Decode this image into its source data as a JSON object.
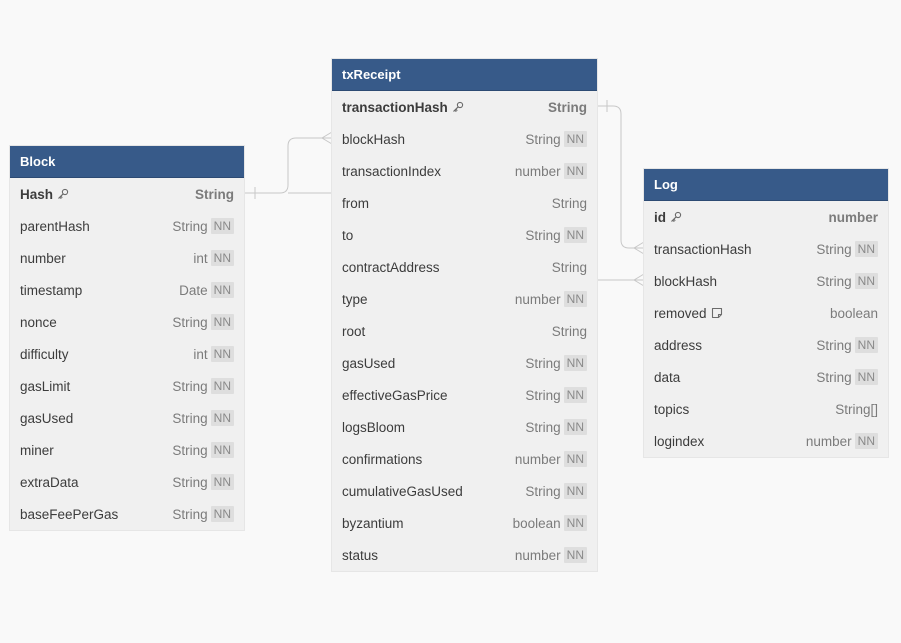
{
  "tables": {
    "block": {
      "title": "Block",
      "fields": [
        {
          "name": "Hash",
          "type": "String",
          "nn": "",
          "pk": true,
          "icon": "key-icon"
        },
        {
          "name": "parentHash",
          "type": "String",
          "nn": "NN"
        },
        {
          "name": "number",
          "type": "int",
          "nn": "NN"
        },
        {
          "name": "timestamp",
          "type": "Date",
          "nn": "NN"
        },
        {
          "name": "nonce",
          "type": "String",
          "nn": "NN"
        },
        {
          "name": "difficulty",
          "type": "int",
          "nn": "NN"
        },
        {
          "name": "gasLimit",
          "type": "String",
          "nn": "NN"
        },
        {
          "name": "gasUsed",
          "type": "String",
          "nn": "NN"
        },
        {
          "name": "miner",
          "type": "String",
          "nn": "NN"
        },
        {
          "name": "extraData",
          "type": "String",
          "nn": "NN"
        },
        {
          "name": "baseFeePerGas",
          "type": "String",
          "nn": "NN"
        }
      ]
    },
    "txReceipt": {
      "title": "txReceipt",
      "fields": [
        {
          "name": "transactionHash",
          "type": "String",
          "nn": "",
          "pk": true,
          "icon": "key-icon"
        },
        {
          "name": "blockHash",
          "type": "String",
          "nn": "NN"
        },
        {
          "name": "transactionIndex",
          "type": "number",
          "nn": "NN"
        },
        {
          "name": "from",
          "type": "String",
          "nn": ""
        },
        {
          "name": "to",
          "type": "String",
          "nn": "NN"
        },
        {
          "name": "contractAddress",
          "type": "String",
          "nn": ""
        },
        {
          "name": "type",
          "type": "number",
          "nn": "NN"
        },
        {
          "name": "root",
          "type": "String",
          "nn": ""
        },
        {
          "name": "gasUsed",
          "type": "String",
          "nn": "NN"
        },
        {
          "name": "effectiveGasPrice",
          "type": "String",
          "nn": "NN"
        },
        {
          "name": "logsBloom",
          "type": "String",
          "nn": "NN"
        },
        {
          "name": "confirmations",
          "type": "number",
          "nn": "NN"
        },
        {
          "name": "cumulativeGasUsed",
          "type": "String",
          "nn": "NN"
        },
        {
          "name": "byzantium",
          "type": "boolean",
          "nn": "NN"
        },
        {
          "name": "status",
          "type": "number",
          "nn": "NN"
        }
      ]
    },
    "log": {
      "title": "Log",
      "fields": [
        {
          "name": "id",
          "type": "number",
          "nn": "",
          "pk": true,
          "icon": "key-icon"
        },
        {
          "name": "transactionHash",
          "type": "String",
          "nn": "NN"
        },
        {
          "name": "blockHash",
          "type": "String",
          "nn": "NN"
        },
        {
          "name": "removed",
          "type": "boolean",
          "nn": "",
          "icon": "note-icon"
        },
        {
          "name": "address",
          "type": "String",
          "nn": "NN"
        },
        {
          "name": "data",
          "type": "String",
          "nn": "NN"
        },
        {
          "name": "topics",
          "type": "String[]",
          "nn": ""
        },
        {
          "name": "logindex",
          "type": "number",
          "nn": "NN"
        }
      ]
    }
  },
  "relationships": [
    {
      "from": "Block.Hash",
      "to": "txReceipt.blockHash"
    },
    {
      "from": "txReceipt.transactionHash",
      "to": "Log.transactionHash"
    },
    {
      "from": "txReceipt.contractAddress",
      "to": "Log.blockHash"
    }
  ],
  "colors": {
    "header": "#375a89",
    "body": "#f0f0f0",
    "connector": "#c8c8c8",
    "background": "#f9f9f9"
  }
}
